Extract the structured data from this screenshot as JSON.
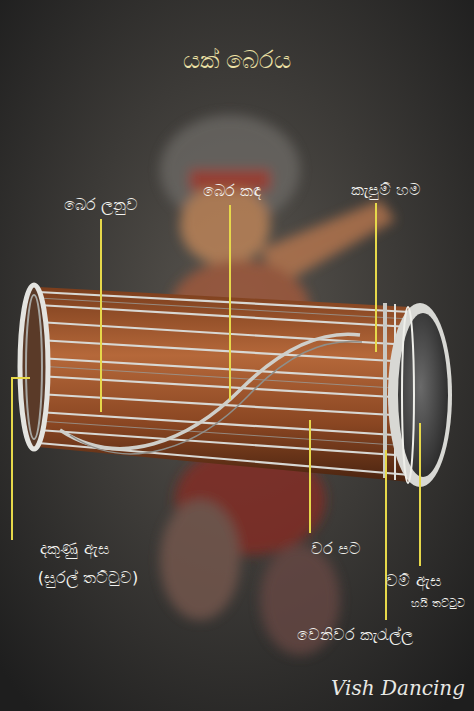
{
  "diagram": {
    "title": "යක් බෙරය",
    "labels": [
      "බෙර ලනුව",
      "බෙර කඳ",
      "කැපුම් හම",
      "දකුණු ඇස",
      "(සුරල් තට්ටුව)",
      "වර පට",
      "වම් ඇස",
      "හයි තට්ටුව",
      "වෙනිවර කැරැල්ල",
      "Vish Dancing"
    ]
  }
}
